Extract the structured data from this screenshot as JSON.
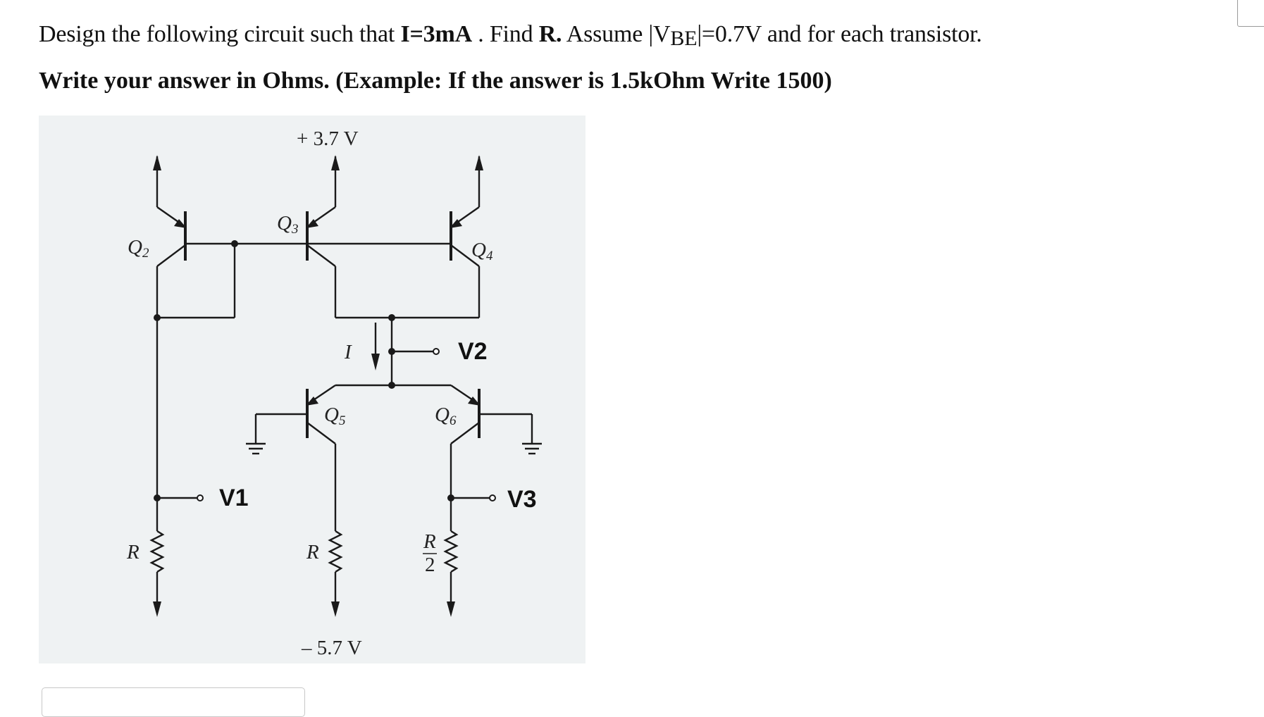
{
  "question": {
    "p1": "Design the following circuit such that ",
    "current_spec": "I=3mA",
    "p2": " . Find ",
    "find_var": "R.",
    "p3": " Assume |V",
    "sub": "BE",
    "p4": "|=0.7V and   for each transistor.",
    "line2": "Write your answer in Ohms. (Example: If the answer is 1.5kOhm Write 1500)"
  },
  "diagram": {
    "vcc": "+ 3.7 V",
    "vee": "– 5.7 V",
    "q2": "Q",
    "q2_sub": "2",
    "q3": "Q",
    "q3_sub": "3",
    "q4": "Q",
    "q4_sub": "4",
    "q5": "Q",
    "q5_sub": "5",
    "q6": "Q",
    "q6_sub": "6",
    "current": "I",
    "r_left": "R",
    "r_mid": "R",
    "r_right_num": "R",
    "r_right_den": "2",
    "v1": "V1",
    "v2": "V2",
    "v3": "V3"
  },
  "answer_input": {
    "value": ""
  }
}
